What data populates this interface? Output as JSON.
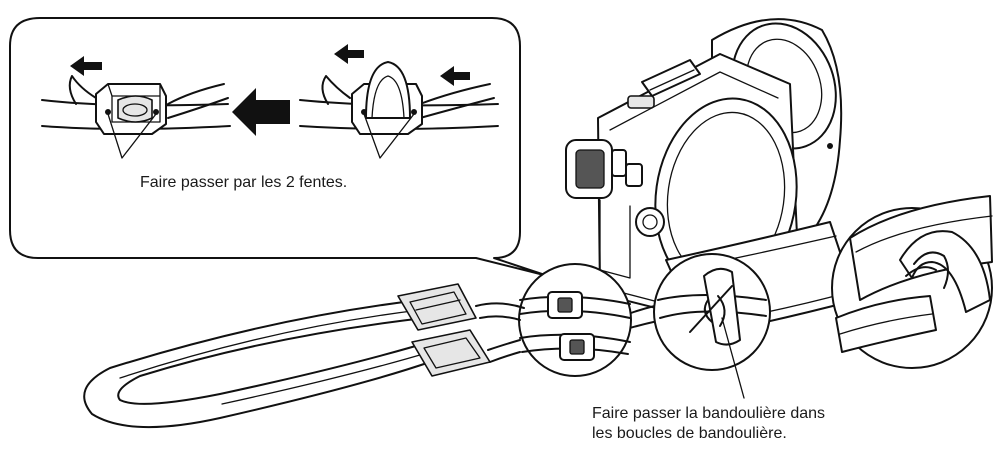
{
  "callout": {
    "caption": "Faire passer par les 2 fentes."
  },
  "strap": {
    "caption_line1": "Faire passer la bandoulière dans",
    "caption_line2": "les boucles de bandoulière."
  },
  "colors": {
    "line": "#111111",
    "background": "#ffffff",
    "shade": "#e6e6e6"
  },
  "icons": [
    "arrow-left-icon",
    "step-arrow-icon"
  ]
}
